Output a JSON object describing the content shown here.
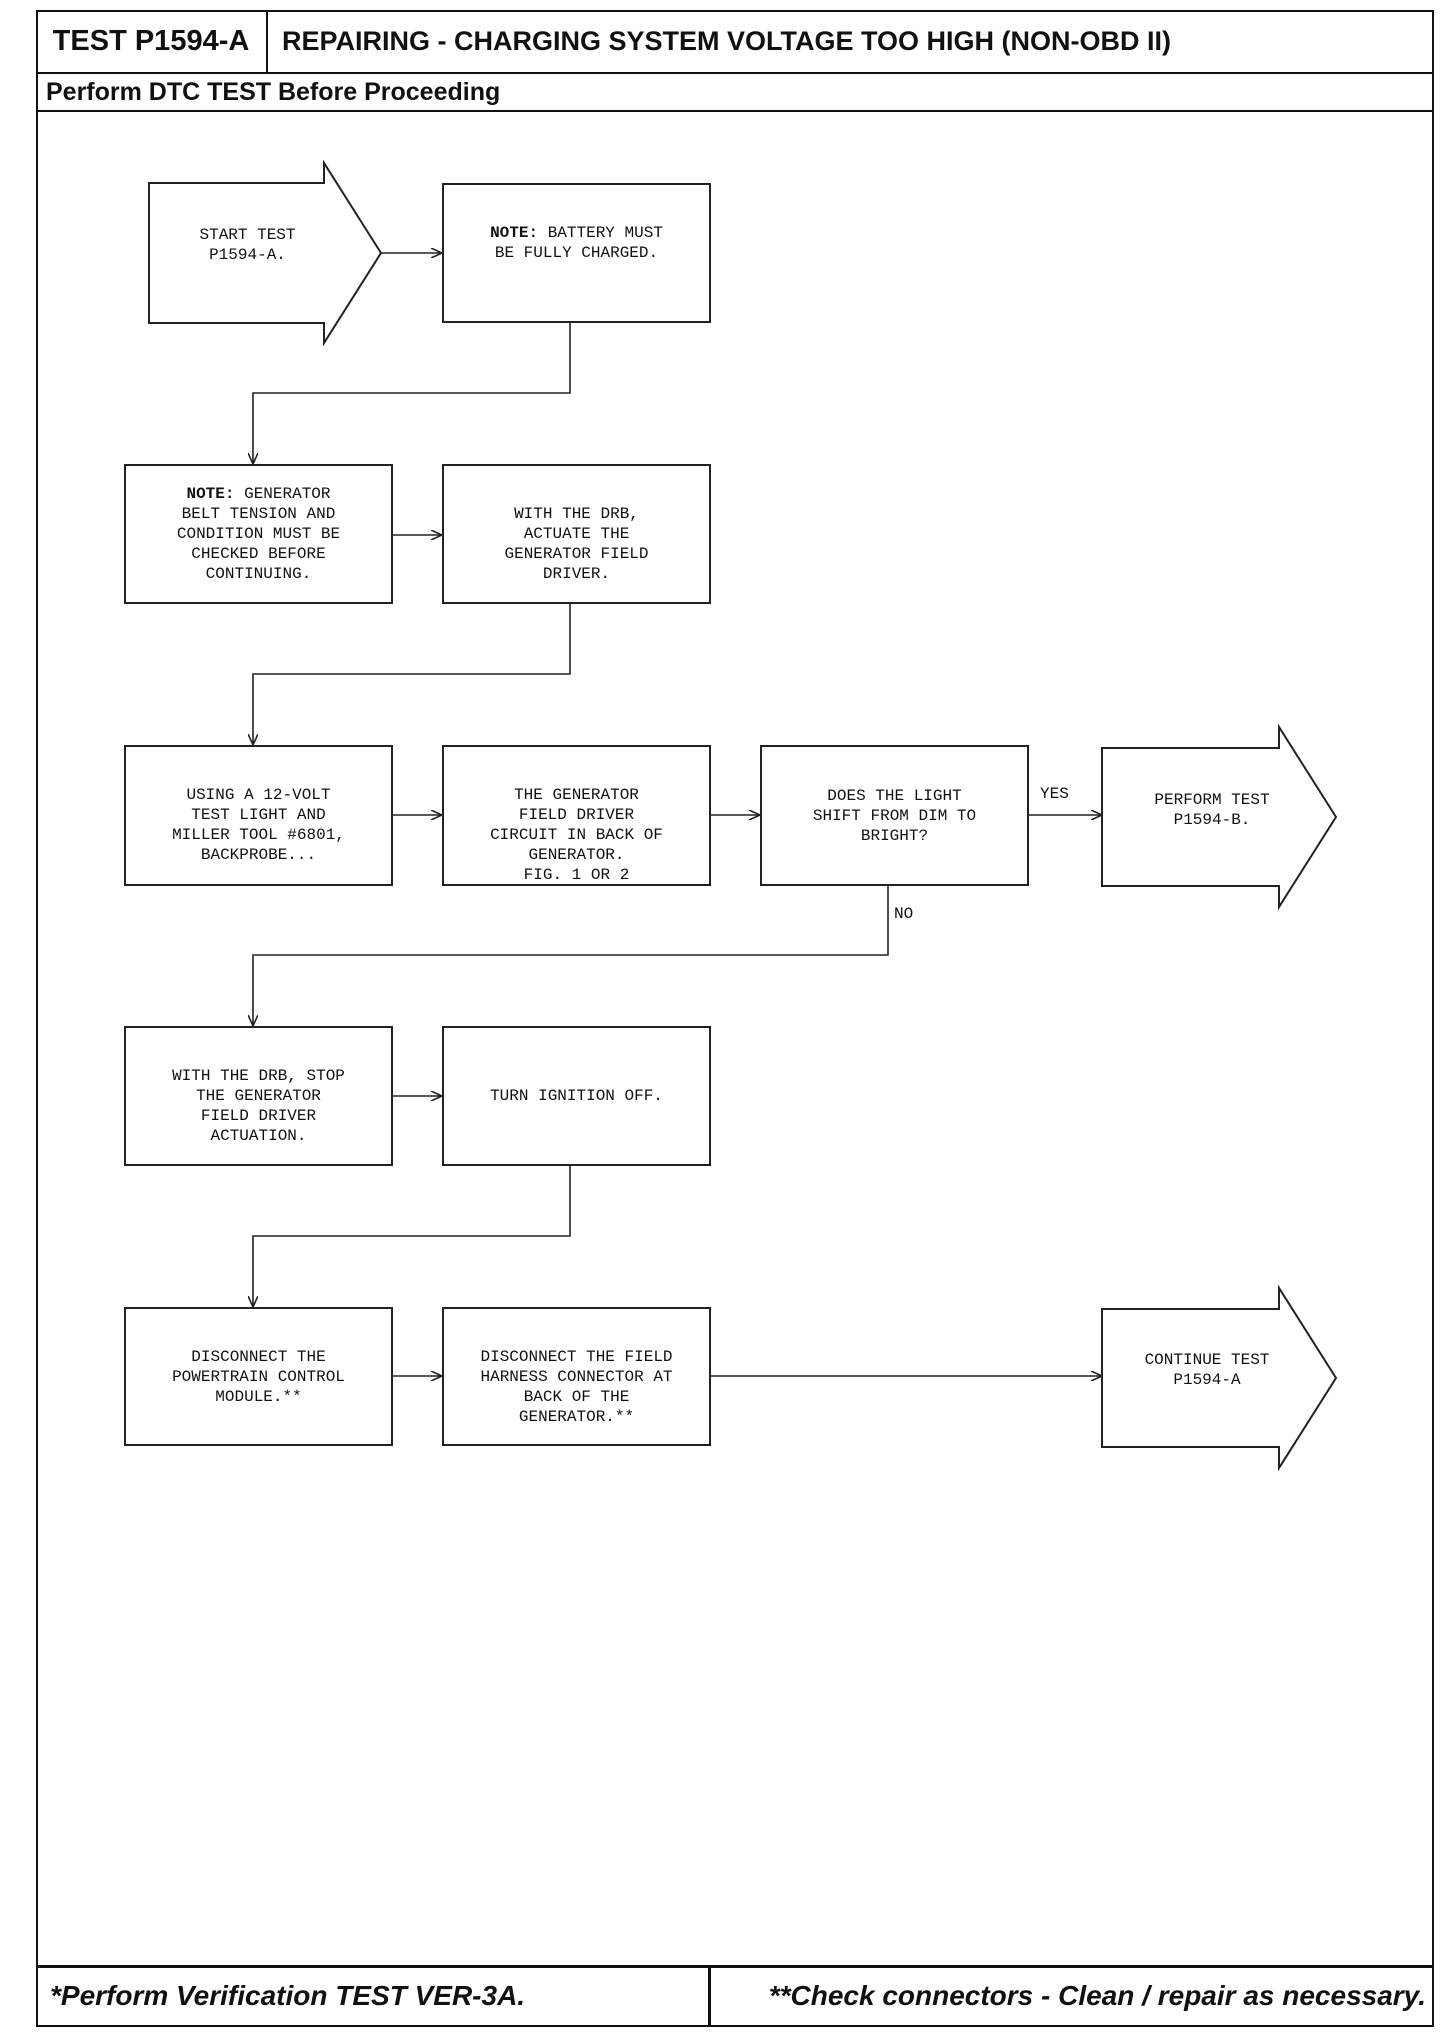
{
  "header": {
    "test_id": "TEST P1594-A",
    "title": "REPAIRING - CHARGING SYSTEM VOLTAGE TOO HIGH (NON-OBD II)",
    "subtitle": "Perform DTC TEST Before Proceeding"
  },
  "flowchart": {
    "start": "START TEST\nP1594-A.",
    "battery_note_keyword": "NOTE:",
    "battery_note_text": " BATTERY MUST\nBE FULLY CHARGED.",
    "belt_note_keyword": "NOTE:",
    "belt_note_text": " GENERATOR\nBELT TENSION AND\nCONDITION MUST BE\nCHECKED BEFORE\nCONTINUING.",
    "actuate": "WITH THE DRB,\nACTUATE THE\nGENERATOR FIELD\nDRIVER.",
    "test_light": "USING A 12-VOLT\nTEST LIGHT AND\nMILLER TOOL #6801,\nBACKPROBE...",
    "field_driver": "THE GENERATOR\nFIELD DRIVER\nCIRCUIT IN BACK OF\nGENERATOR.\nFIG. 1 OR 2",
    "question": "DOES THE LIGHT\nSHIFT FROM DIM TO\nBRIGHT?",
    "yes_label": "YES",
    "no_label": "NO",
    "perform_b": "PERFORM TEST\nP1594-B.",
    "stop_actuation": "WITH THE DRB, STOP\nTHE GENERATOR\nFIELD DRIVER\nACTUATION.",
    "ignition_off": "TURN IGNITION OFF.",
    "disconnect_pcm": "DISCONNECT THE\nPOWERTRAIN CONTROL\nMODULE.**",
    "disconnect_field": "DISCONNECT THE FIELD\nHARNESS CONNECTOR AT\nBACK OF THE\nGENERATOR.**",
    "continue": "CONTINUE TEST\nP1594-A"
  },
  "footer": {
    "left": "*Perform Verification TEST VER-3A.",
    "right": "**Check connectors - Clean / repair as necessary."
  }
}
